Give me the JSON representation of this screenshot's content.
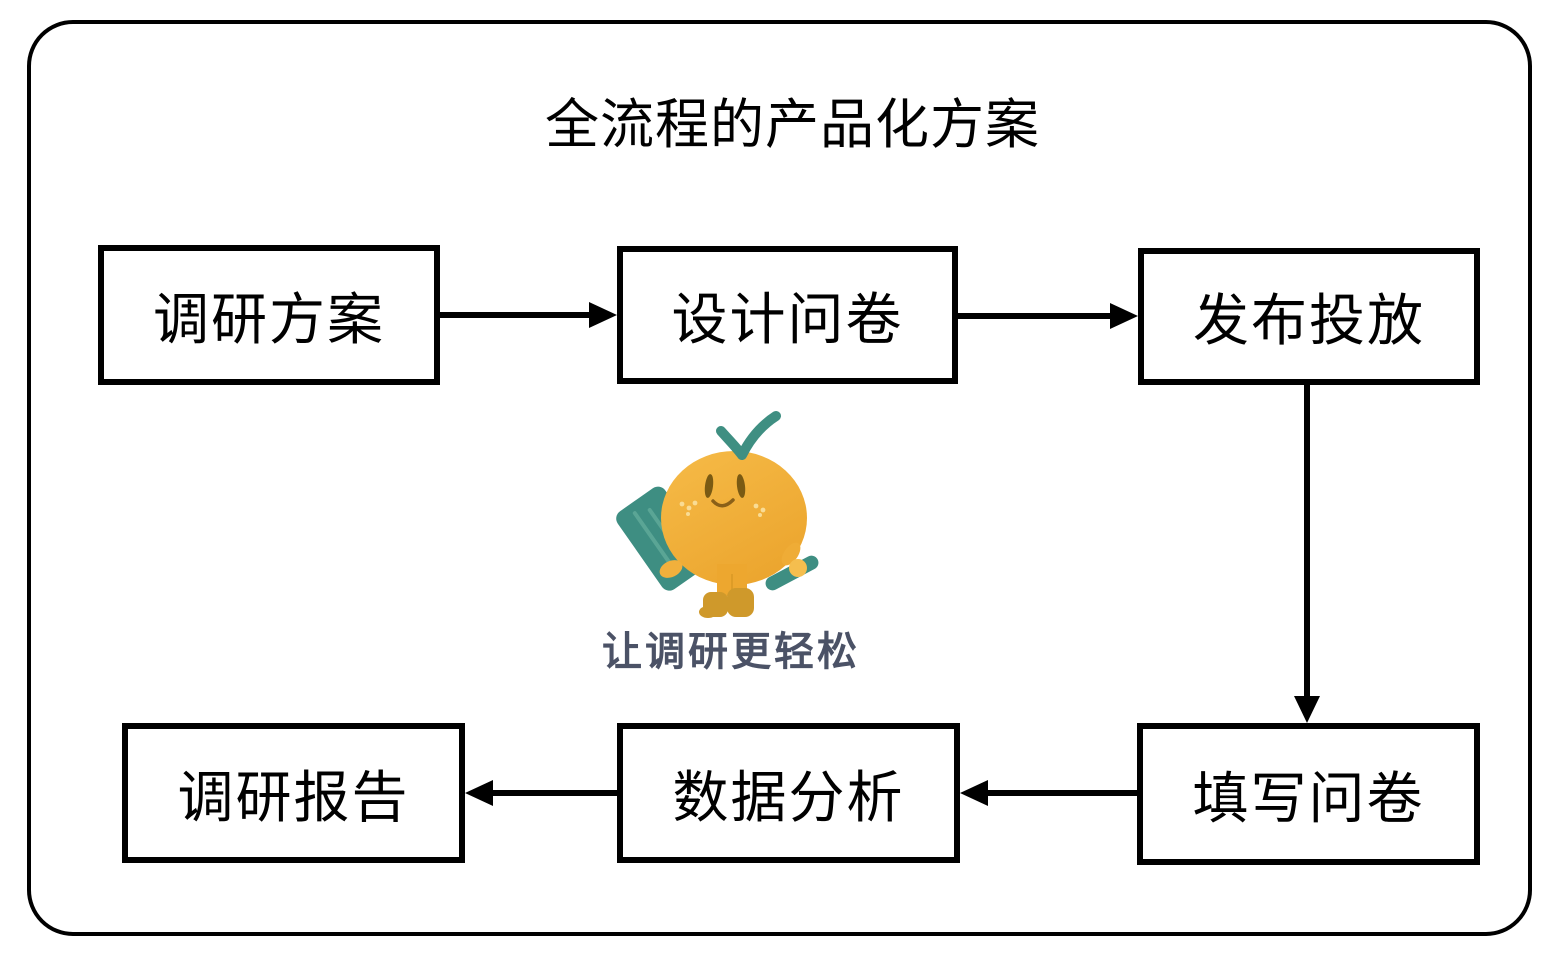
{
  "diagram": {
    "title": "全流程的产品化方案",
    "nodes": [
      {
        "id": "survey-plan",
        "label": "调研方案"
      },
      {
        "id": "design-questionnaire",
        "label": "设计问卷"
      },
      {
        "id": "publish-launch",
        "label": "发布投放"
      },
      {
        "id": "fill-questionnaire",
        "label": "填写问卷"
      },
      {
        "id": "data-analysis",
        "label": "数据分析"
      },
      {
        "id": "survey-report",
        "label": "调研报告"
      }
    ],
    "edges": [
      {
        "from": "调研方案",
        "to": "设计问卷"
      },
      {
        "from": "设计问卷",
        "to": "发布投放"
      },
      {
        "from": "发布投放",
        "to": "填写问卷"
      },
      {
        "from": "填写问卷",
        "to": "数据分析"
      },
      {
        "from": "数据分析",
        "to": "调研报告"
      }
    ],
    "mascot": {
      "icon": "orange-mascot-with-clipboard-and-pen-icon",
      "tagline": "让调研更轻松"
    },
    "colors": {
      "background": "#FFFFFF",
      "stroke": "#000000",
      "text": "#000000",
      "tagline_text": "#4B5266",
      "mascot_body": "#F1AF3C",
      "mascot_teal": "#3E8E82",
      "mascot_boots": "#CF992B"
    }
  }
}
